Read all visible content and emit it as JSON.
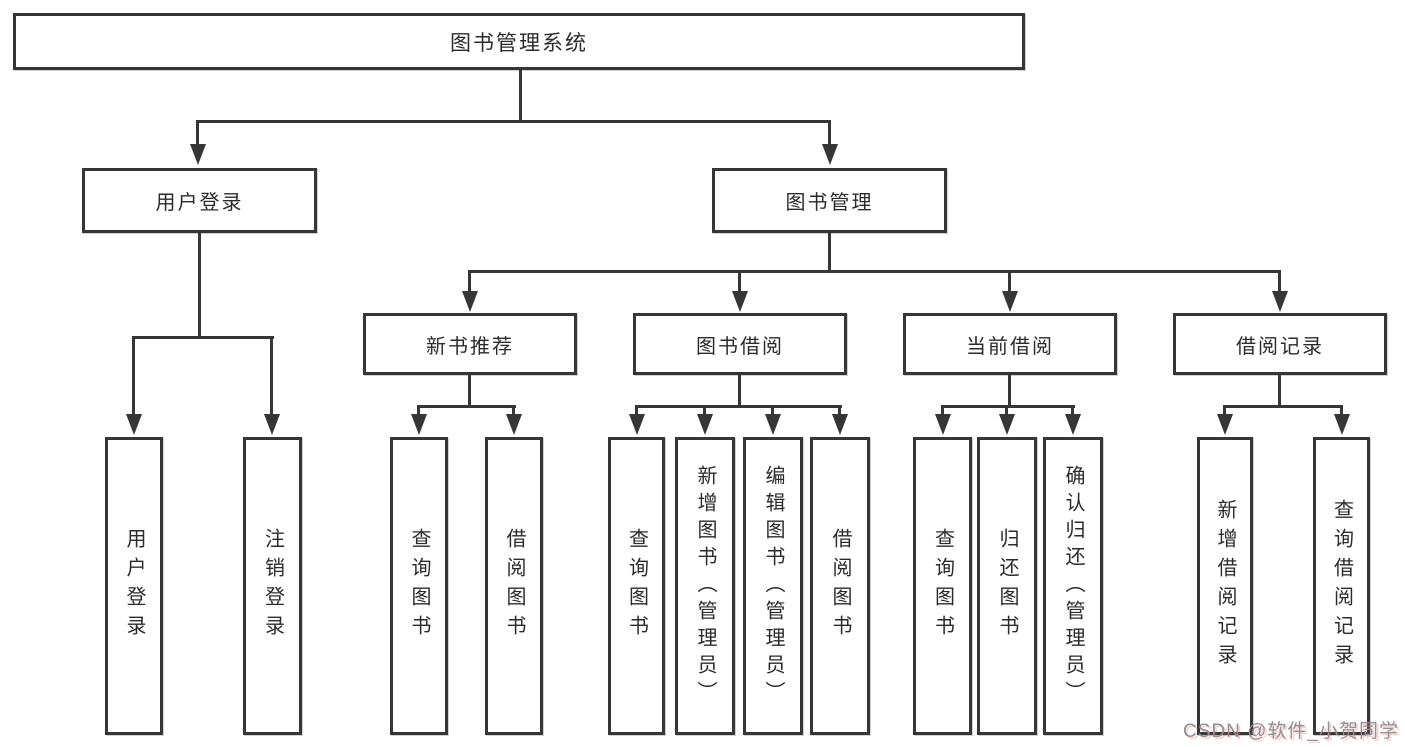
{
  "diagram": {
    "watermark": "CSDN @软件_小贺同学",
    "colors": {
      "background": "#ffffff",
      "line": "#363636",
      "text": "#2b2b2b",
      "watermark_text": "#8f8f97",
      "watermark_shadow": "#eb604d"
    },
    "nodes": {
      "root": {
        "label": "图书管理系统"
      },
      "level2": {
        "user_login": {
          "label": "用户登录"
        },
        "book_mgmt": {
          "label": "图书管理"
        }
      },
      "level3": {
        "new_book_rec": {
          "label": "新书推荐"
        },
        "book_borrow": {
          "label": "图书借阅"
        },
        "current_borrow": {
          "label": "当前借阅"
        },
        "borrow_record": {
          "label": "借阅记录"
        }
      },
      "leaves": [
        {
          "parent": "用户登录",
          "label": "用户登录"
        },
        {
          "parent": "用户登录",
          "label": "注销登录"
        },
        {
          "parent": "新书推荐",
          "label": "查询图书"
        },
        {
          "parent": "新书推荐",
          "label": "借阅图书"
        },
        {
          "parent": "图书借阅",
          "label": "查询图书"
        },
        {
          "parent": "图书借阅",
          "label": "新增图书（管理员）"
        },
        {
          "parent": "图书借阅",
          "label": "编辑图书（管理员）"
        },
        {
          "parent": "图书借阅",
          "label": "借阅图书"
        },
        {
          "parent": "当前借阅",
          "label": "查询图书"
        },
        {
          "parent": "当前借阅",
          "label": "归还图书"
        },
        {
          "parent": "当前借阅",
          "label": "确认归还（管理员）"
        },
        {
          "parent": "借阅记录",
          "label": "新增借阅记录"
        },
        {
          "parent": "借阅记录",
          "label": "查询借阅记录"
        }
      ]
    }
  }
}
